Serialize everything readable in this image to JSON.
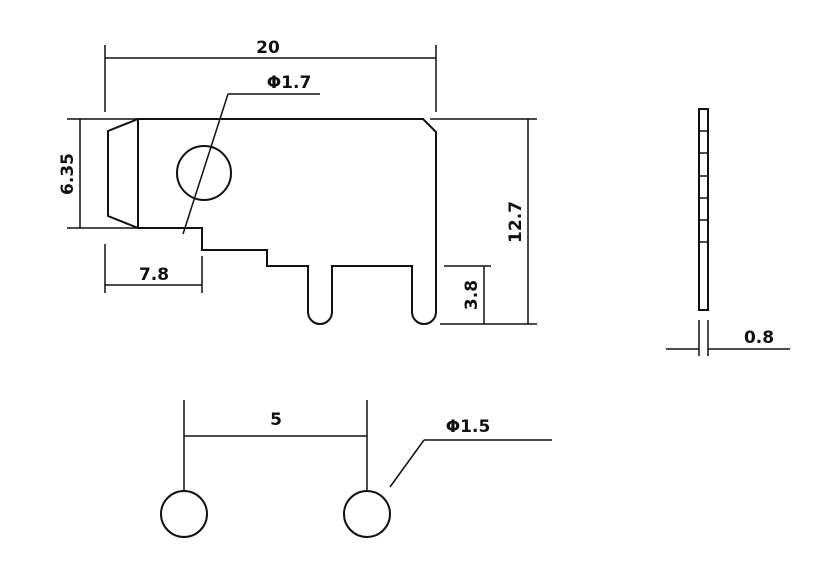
{
  "drawing": {
    "colors": {
      "ink": "#111111",
      "background": "#ffffff"
    },
    "dimensions": {
      "overall_width": "20",
      "hole_diameter": "Φ1.7",
      "height_left": "6.35",
      "width_step": "7.8",
      "overall_height": "12.7",
      "pin_length": "3.8",
      "thickness": "0.8",
      "pin_pitch": "5",
      "pin_hole_diameter": "Φ1.5"
    }
  }
}
